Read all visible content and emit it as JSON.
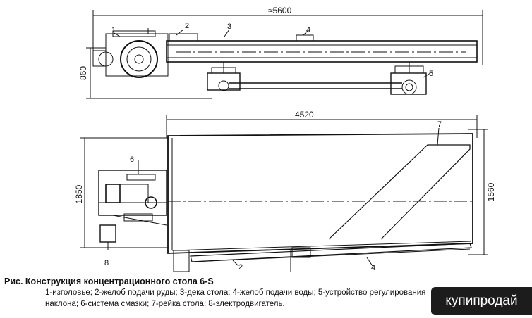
{
  "dimensions": {
    "top_length": "≈5600",
    "top_height": "860",
    "bottom_length": "4520",
    "left_height": "1850",
    "right_height": "1560"
  },
  "part_numbers": {
    "p1": "1",
    "p2_top": "2",
    "p3": "3",
    "p4_top": "4",
    "p5": "5",
    "p6": "6",
    "p7": "7",
    "p8": "8",
    "p2_bottom": "2",
    "p4_bottom": "4"
  },
  "caption": {
    "title": "Рис. Конструкция концентрационного стола 6-S",
    "legend": "1-изголовье; 2-желоб подачи руды; 3-дека стола; 4-желоб подачи воды; 5-устройство регулирования наклона; 6-система смазки; 7-рейка стола; 8-электродвигатель."
  },
  "watermark": {
    "text": "купипродай"
  }
}
